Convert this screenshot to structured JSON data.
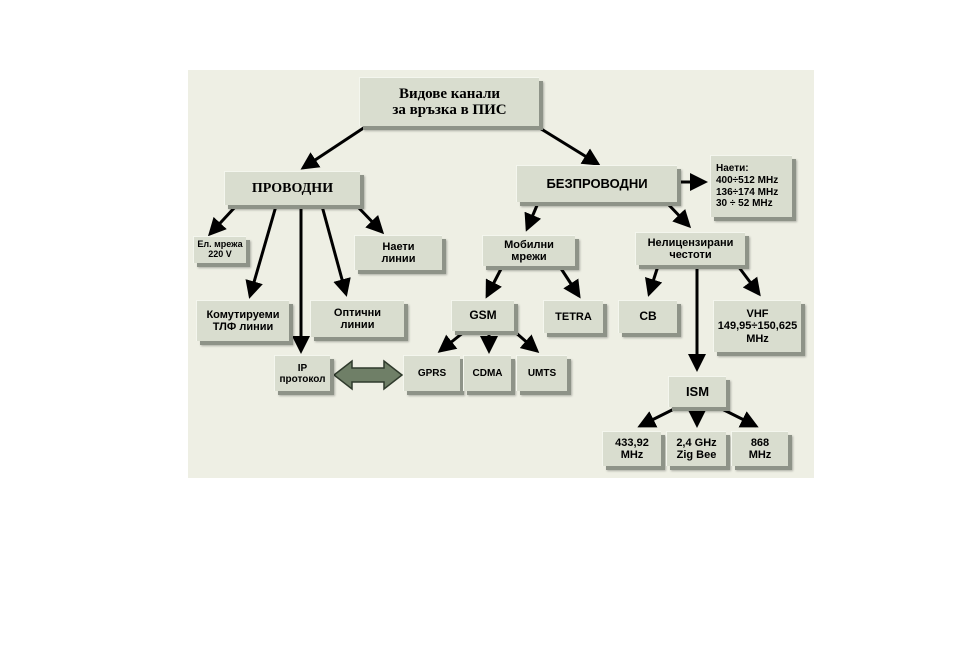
{
  "diagram": {
    "root": "Видове канали\nза връзка в ПИС",
    "wired": "ПРОВОДНИ",
    "wireless": "БЕЗПРОВОДНИ",
    "leased_freq": "Наети:\n400÷512 MHz\n136÷174 MHz\n30 ÷ 52 MHz",
    "power_line": "Ел. мрежа\n220 V",
    "leased_lines": "Наети\nлинии",
    "switched": "Комутируеми\nТЛФ линии",
    "optical": "Оптични\nлинии",
    "ip": "IP\nпротокол",
    "mobile": "Мобилни\nмрежи",
    "unlicensed": "Нелицензирани\nчестоти",
    "gsm": "GSM",
    "tetra": "TETRA",
    "cb": "CB",
    "vhf": "VHF\n149,95÷150,625\nMHz",
    "gprs": "GPRS",
    "cdma": "CDMA",
    "umts": "UMTS",
    "ism": "ISM",
    "ism_433": "433,92\nMHz",
    "ism_24": "2,4 GHz\nZig Bee",
    "ism_868": "868\nMHz"
  },
  "colors": {
    "panel_bg": "#eeefe4",
    "node_fill": "#d9ddcf",
    "node_shadow": "#8e9388",
    "arrow": "#000000",
    "double_arrow_fill": "#6f7f67"
  }
}
